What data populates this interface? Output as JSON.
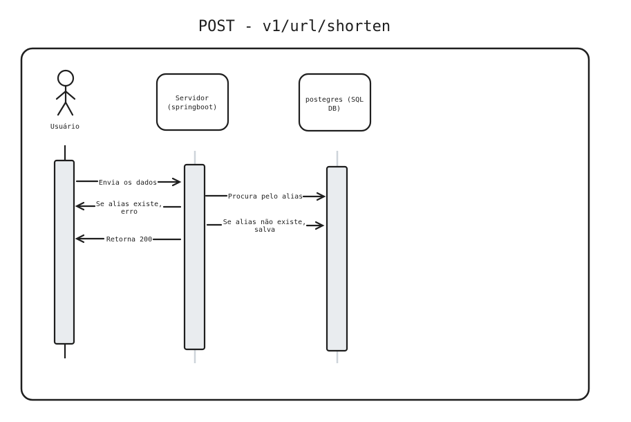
{
  "diagram": {
    "title": "POST - v1/url/shorten",
    "actor": {
      "label": "Usuário"
    },
    "participants": {
      "server": {
        "line1": "Servidor",
        "line2": "(springboot)"
      },
      "database": {
        "line1": "postegres (SQL",
        "line2": "DB)"
      }
    },
    "messages": [
      {
        "from": "user",
        "to": "server",
        "line1": "Envia os dados",
        "line2": ""
      },
      {
        "from": "server",
        "to": "user",
        "line1": "Se alias existe,",
        "line2": "erro"
      },
      {
        "from": "server",
        "to": "user",
        "line1": "Retorna 200",
        "line2": ""
      },
      {
        "from": "server",
        "to": "database",
        "line1": "Procura pelo alias",
        "line2": ""
      },
      {
        "from": "server",
        "to": "database",
        "line1": "Se alias não existe,",
        "line2": "salva"
      }
    ],
    "colors": {
      "stroke": "#1e1e1e",
      "activation_fill": "#e9ecef",
      "lifeline": "#ced4da",
      "background": "#ffffff"
    }
  }
}
